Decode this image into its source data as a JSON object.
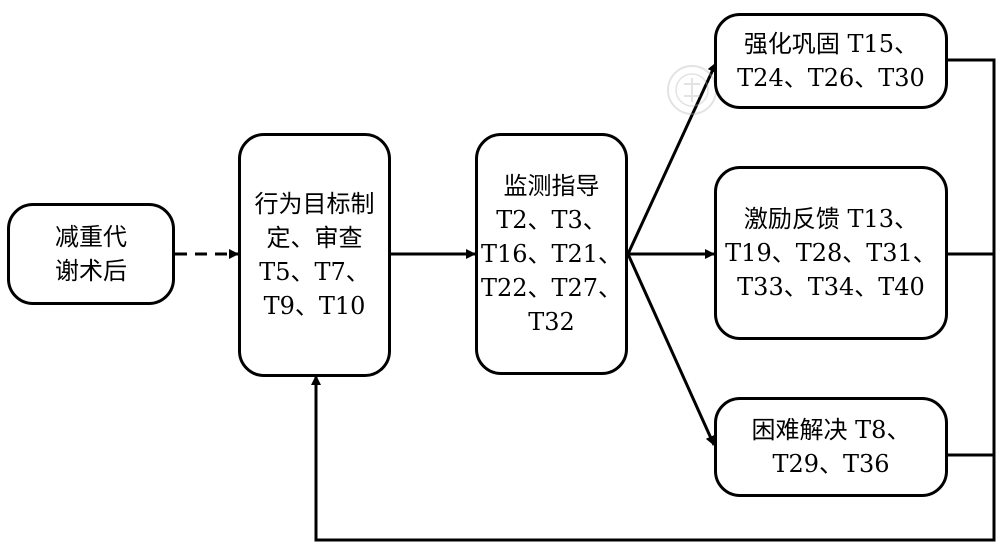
{
  "nodes": {
    "start": {
      "lines": [
        "减重代",
        "谢术后"
      ]
    },
    "goal": {
      "lines": [
        "行为目标制",
        "定、审查",
        "T5、T7、",
        "T9、T10"
      ]
    },
    "monitor": {
      "lines": [
        "监测指导",
        "T2、T3、",
        "T16、T21、",
        "T22、T27、",
        "T32"
      ]
    },
    "consolidate": {
      "lines": [
        "强化巩固 T15、",
        "T24、T26、T30"
      ]
    },
    "incentive": {
      "lines": [
        "激励反馈 T13、",
        "T19、T28、T31、",
        "T33、T34、T40"
      ]
    },
    "solve": {
      "lines": [
        "困难解决 T8、",
        "T29、T36"
      ]
    }
  },
  "colors": {
    "stroke": "#000000",
    "background": "#ffffff",
    "watermark": "#b0b0b0"
  },
  "watermark_icon": "seal-watermark-icon"
}
